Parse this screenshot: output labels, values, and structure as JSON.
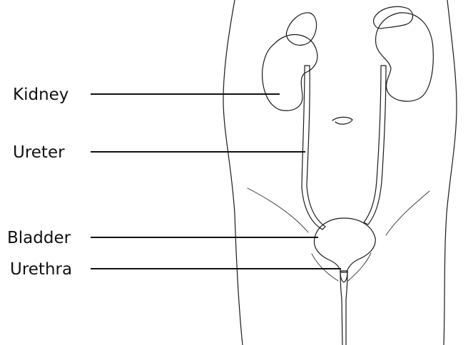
{
  "labels": {
    "kidney": "Kidney",
    "ureter": "Ureter",
    "bladder": "Bladder",
    "urethra": "Urethra"
  },
  "colors": {
    "organ_light": "#f4f4f4",
    "organ_dark": "#b9b9b9",
    "outline": "#1a1a1a",
    "label_text": "#111111"
  }
}
